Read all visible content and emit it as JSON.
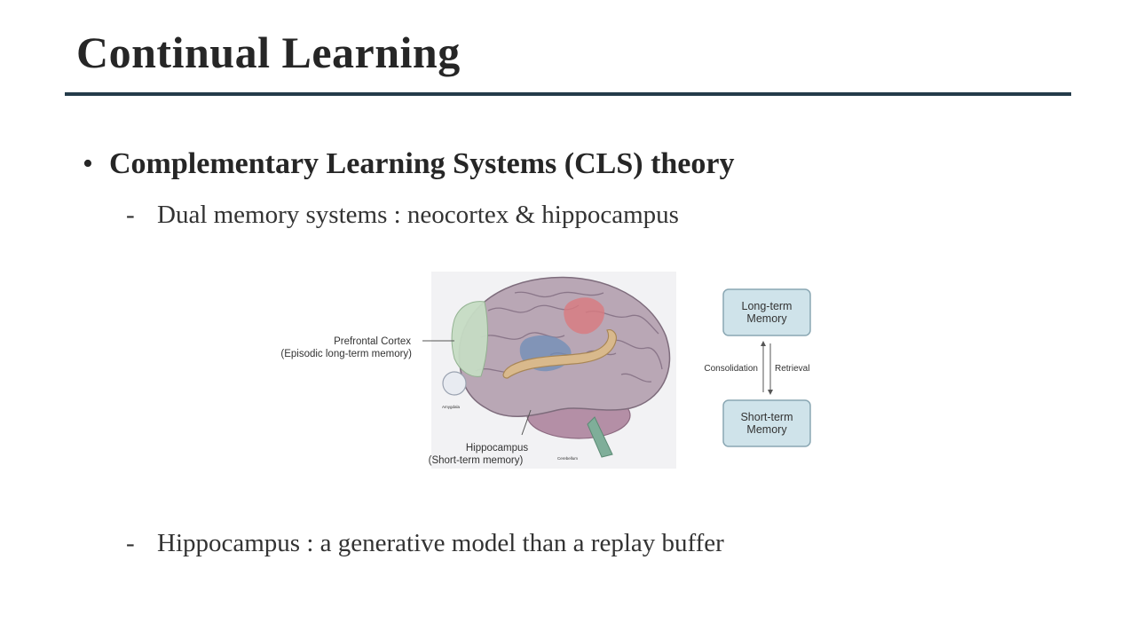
{
  "slide": {
    "title": "Continual Learning",
    "bullet": "Complementary Learning Systems (CLS) theory",
    "bullet_symbol": "•",
    "dash_symbol": "-",
    "sub_items": [
      "Dual memory systems : neocortex & hippocampus",
      "Hippocampus : a generative model than a replay buffer"
    ]
  },
  "figure": {
    "brain_labels": {
      "prefrontal_line1": "Prefrontal Cortex",
      "prefrontal_line2": "(Episodic long-term memory)",
      "hippocampus_line1": "Hippocampus",
      "hippocampus_line2": "(Short-term memory)",
      "amygdala": "Amygdala",
      "cerebellum": "Cerebellum"
    },
    "diagram": {
      "long_term_line1": "Long-term",
      "long_term_line2": "Memory",
      "short_term_line1": "Short-term",
      "short_term_line2": "Memory",
      "consolidation": "Consolidation",
      "retrieval": "Retrieval"
    },
    "colors": {
      "box_fill": "#cfe3ea",
      "box_stroke": "#8aa7b3",
      "rule": "#243b4a"
    }
  }
}
